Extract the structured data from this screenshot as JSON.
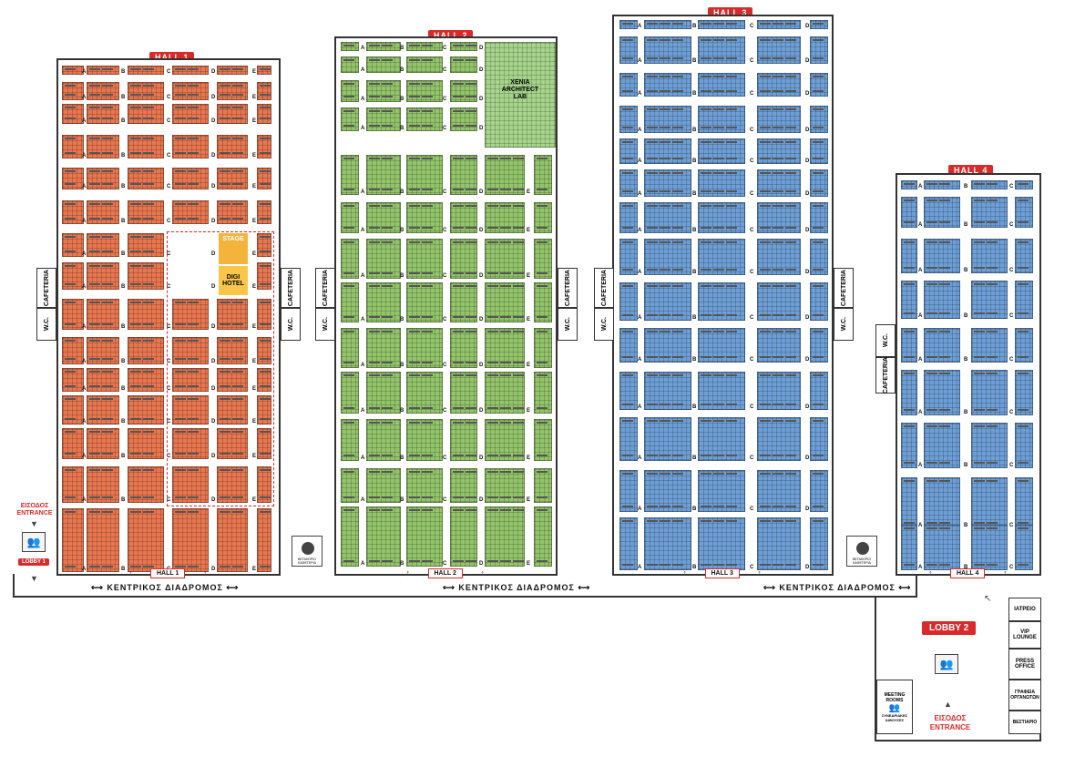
{
  "halls": [
    {
      "id": "h1",
      "tag": "HALL 1",
      "bottom_tag": "HALL 1",
      "color": "#e8764f"
    },
    {
      "id": "h2",
      "tag": "HALL 2",
      "bottom_tag": "HALL 2",
      "color": "#93c46a"
    },
    {
      "id": "h3",
      "tag": "HALL 3",
      "bottom_tag": "HALL 3",
      "color": "#6d9fd6"
    },
    {
      "id": "h4",
      "tag": "HALL 4",
      "bottom_tag": "HALL 4",
      "color": "#6d9fd6"
    }
  ],
  "aisles": [
    "A",
    "B",
    "C",
    "D",
    "E"
  ],
  "hall1": {
    "stage": "STAGE",
    "digi_hotel": "DIGI\nHOTEL"
  },
  "hall2": {
    "xenia": "XENIA\nARCHITECT\nLAB"
  },
  "side_rooms": {
    "cafeteria": "CAFETERIA",
    "wc": "W.C."
  },
  "corridor": {
    "text": "ΚΕΝΤΡΙΚΟΣ ΔΙΑΔΡΟΜΟΣ"
  },
  "entrance_left": {
    "greek": "ΕΙΣΟΔΟΣ",
    "english": "ENTRANCE",
    "lobby": "LOBBY 1"
  },
  "lobby2": {
    "tag": "LOBBY 2",
    "entrance_greek": "ΕΙΣΟΔΟΣ",
    "entrance_english": "ENTRANCE"
  },
  "rooms": {
    "iatreio": "ΙΑΤΡΕΙΟ",
    "vip": "VIP\nLOUNGE",
    "press": "PRESS\nOFFICE",
    "grafeia": "ΓΡΑΦΕΙΑ\nΟΡΓΑΝΩΤΩΝ",
    "vestiario": "ΒΕΣΤΙΑΡΙΟ",
    "meeting": "MEETING\nROOMS",
    "synedriakes": "ΣΥΝΕΔΡΙΑΚΕΣ\nΑΙΘΟΥΣΕΣ"
  },
  "cafe_icon_caption": "ΒΕΤΑΚΟΡΙΟ ΚΑΦΕΤΕΡΙΑ",
  "colors": {
    "accent_red": "#d82a2a",
    "hall1": "#e8764f",
    "hall2": "#93c46a",
    "hall3": "#6d9fd6",
    "xenia": "#a7d48b",
    "stage": "#f4b43c"
  }
}
